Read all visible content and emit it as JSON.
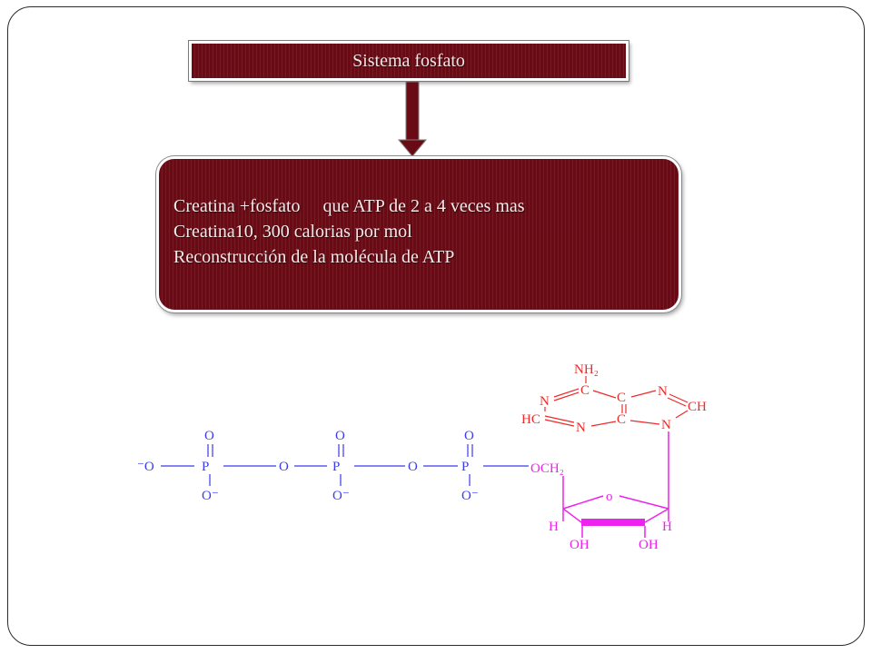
{
  "title": "Sistema fosfato",
  "content": {
    "lines": [
      "Creatina +fosfato     que ATP de 2 a 4 veces mas",
      "Creatina10, 300 calorias por mol",
      "Reconstrucción de la molécula de ATP"
    ]
  },
  "molecule": {
    "phosphate_labels": {
      "o_minus_left": "⁻O",
      "o": "O",
      "p": "P",
      "o_minus": "O⁻",
      "och2": "OCH₂"
    },
    "adenine_labels": {
      "nh2": "NH₂",
      "n": "N",
      "c": "C",
      "hc": "HC",
      "ch": "CH"
    },
    "ribose_labels": {
      "o": "o",
      "h": "H",
      "oh": "OH"
    }
  },
  "colors": {
    "box_fill": "#6a0a14",
    "phosphate": "#3a3aee",
    "adenine": "#ee2a2a",
    "ribose": "#ee22ee"
  }
}
